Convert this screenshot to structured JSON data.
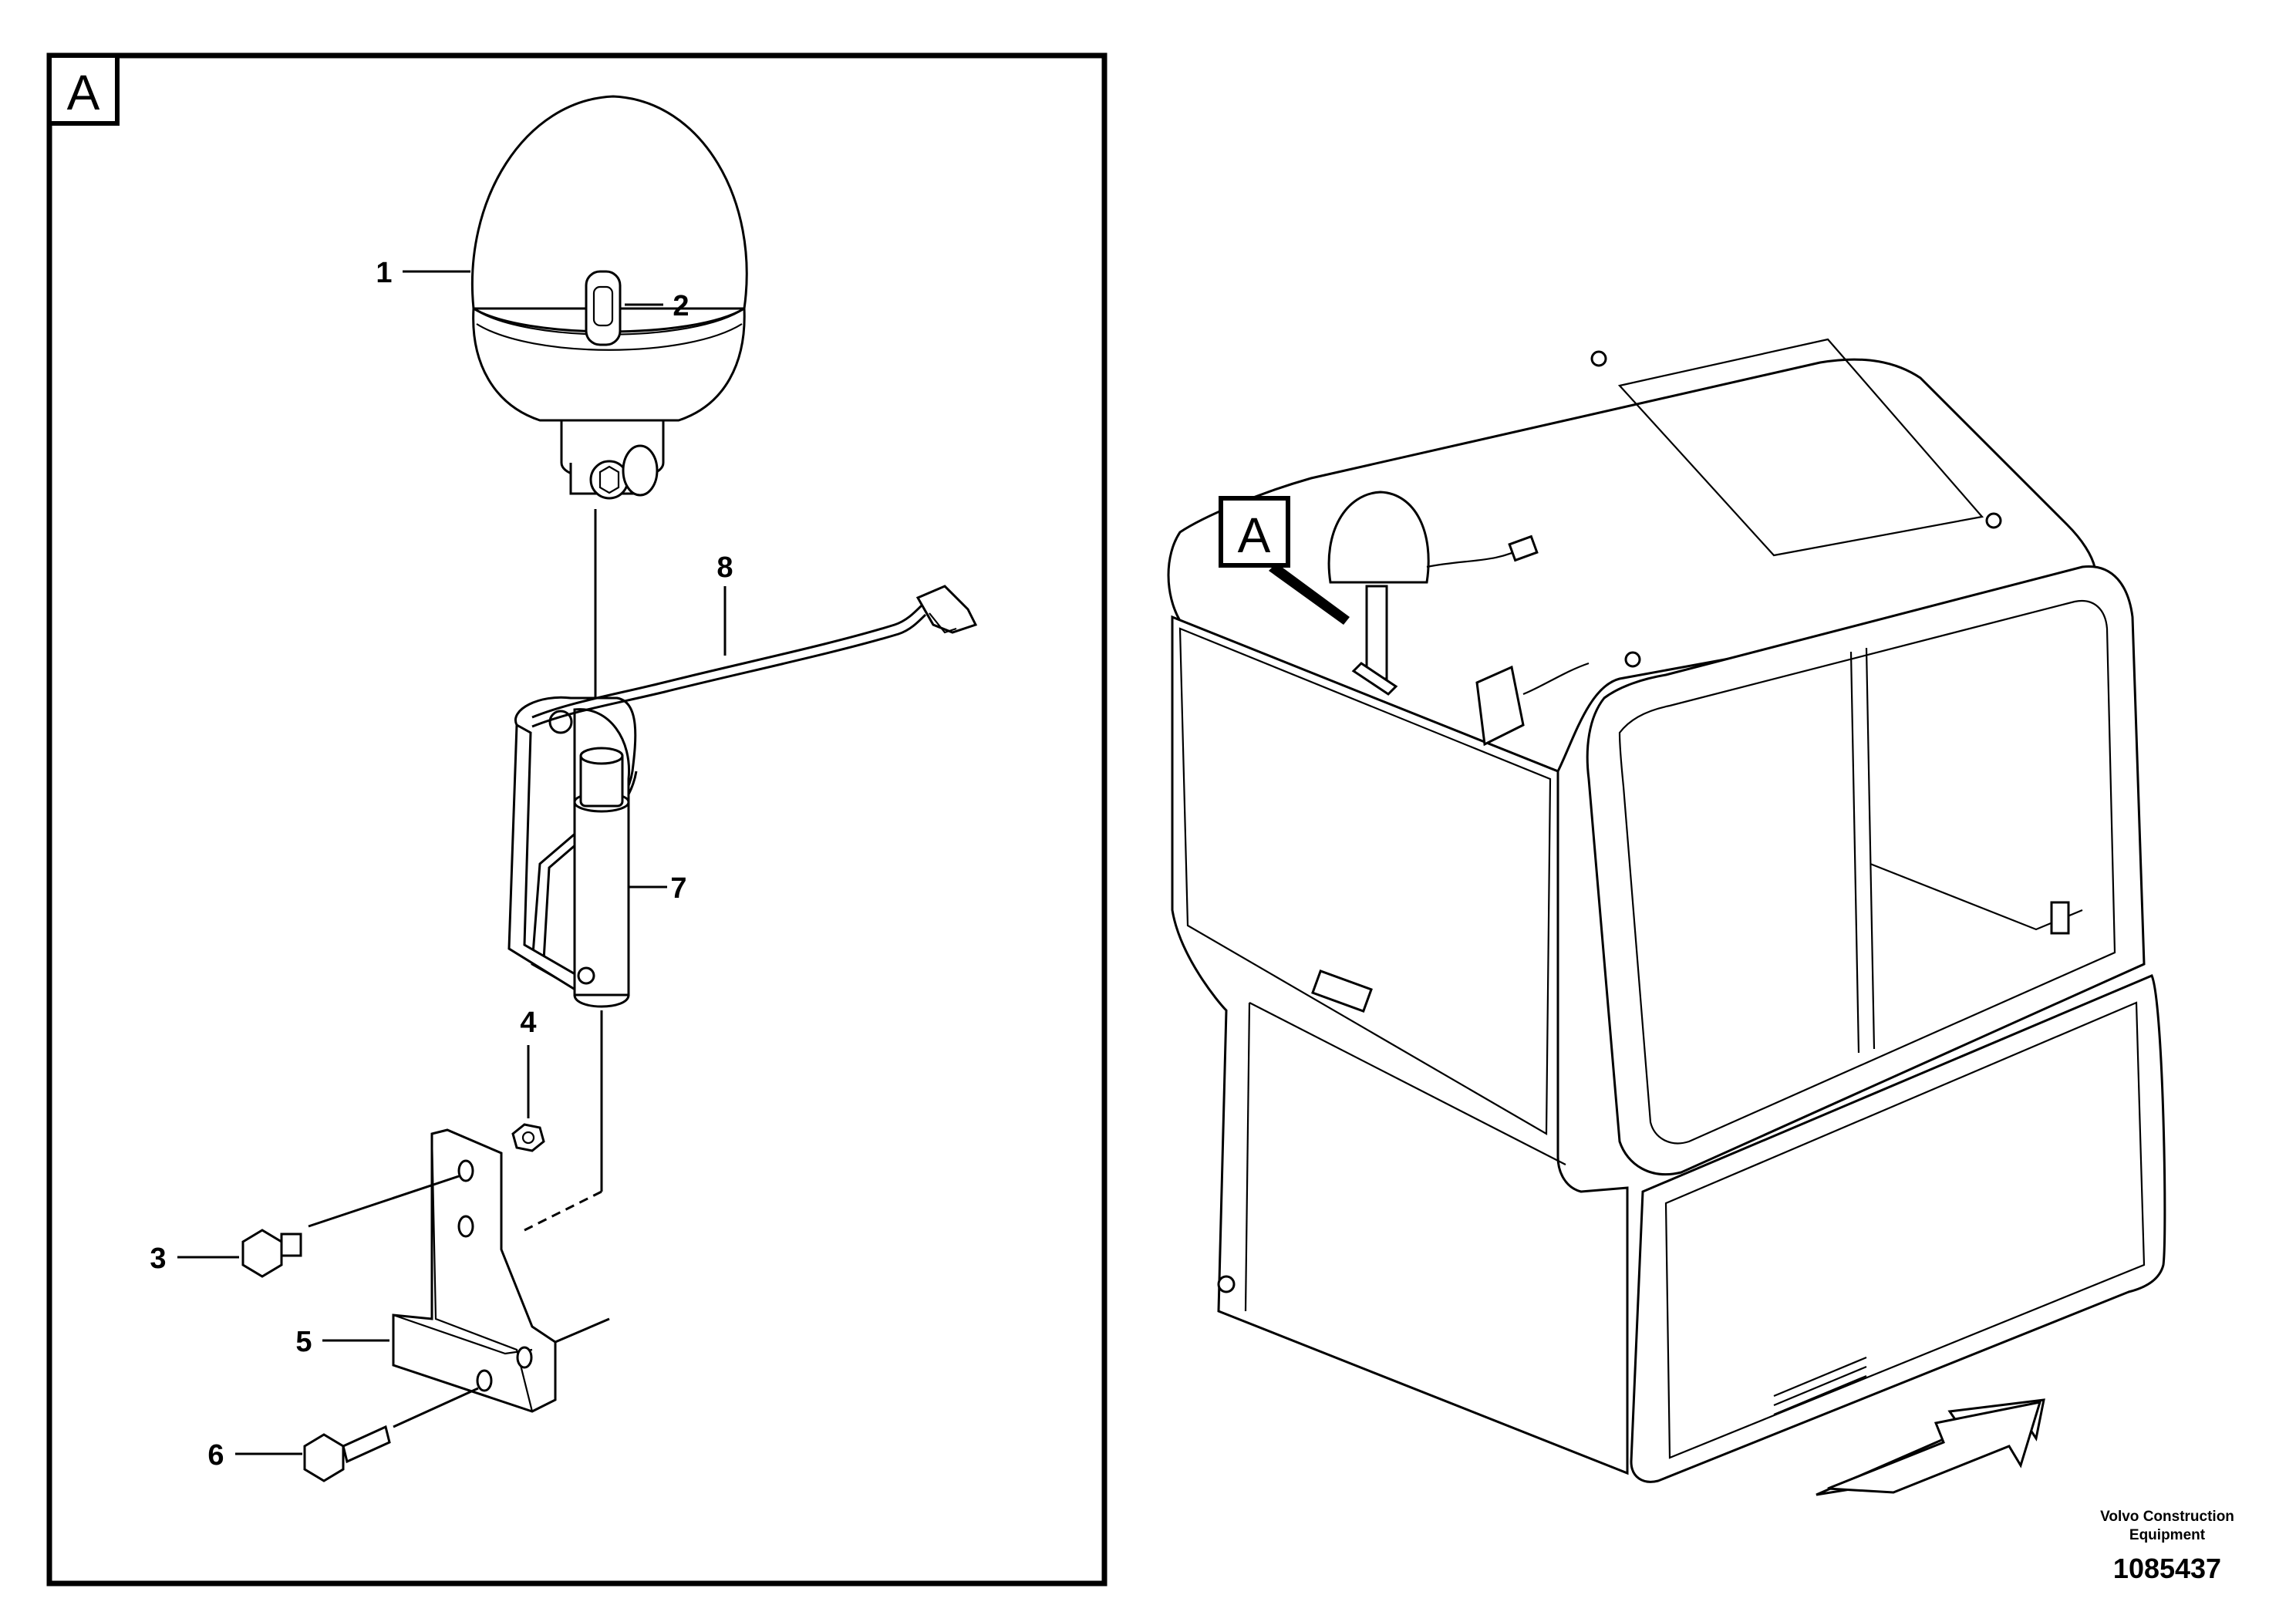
{
  "detail_view": {
    "tag": "A",
    "callouts": [
      {
        "number": "1"
      },
      {
        "number": "2"
      },
      {
        "number": "3"
      },
      {
        "number": "4"
      },
      {
        "number": "5"
      },
      {
        "number": "6"
      },
      {
        "number": "7"
      },
      {
        "number": "8"
      }
    ]
  },
  "overview": {
    "tag": "A"
  },
  "footer": {
    "brand_line1": "Volvo Construction",
    "brand_line2": "Equipment",
    "document_number": "1085437"
  }
}
